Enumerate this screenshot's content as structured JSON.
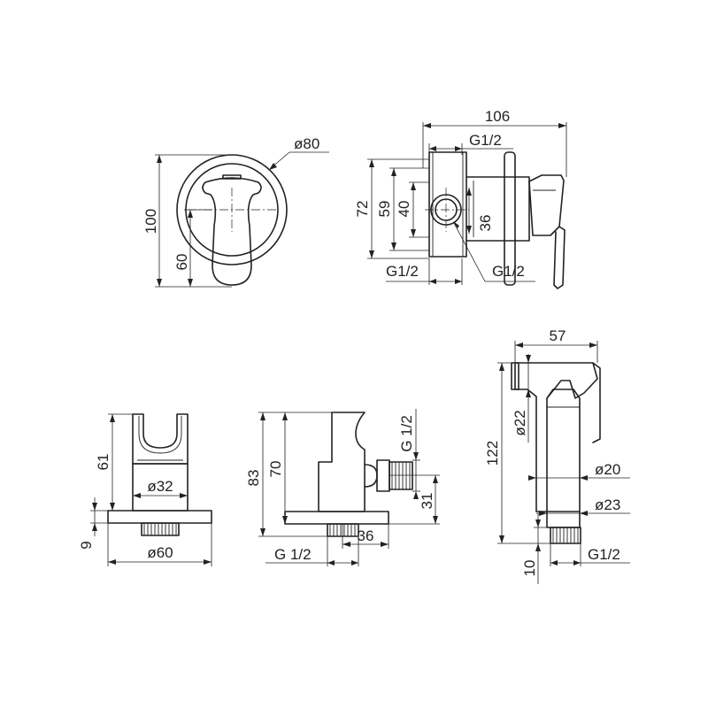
{
  "drawing": {
    "front_view": {
      "diameter_label": "ø80",
      "height_label": "100",
      "handle_label": "60"
    },
    "side_view": {
      "length_label": "106",
      "thread_top_label": "G1/2",
      "h72_label": "72",
      "h59_label": "59",
      "h40_label": "40",
      "h36_label": "36",
      "thread_bottom_left_label": "G1/2",
      "thread_bottom_right_label": "G1/2"
    },
    "holder_view": {
      "h61_label": "61",
      "d32_label": "ø32",
      "h9_label": "9",
      "d60_label": "ø60"
    },
    "elbow_view": {
      "h83_label": "83",
      "h70_label": "70",
      "thread_right_label": "G 1/2",
      "h31_label": "31",
      "w36_label": "36",
      "thread_bottom_label": "G 1/2"
    },
    "sprayer_view": {
      "w57_label": "57",
      "h122_label": "122",
      "d22_label": "ø22",
      "d20_label": "ø20",
      "d23_label": "ø23",
      "h10_label": "10",
      "thread_label": "G1/2"
    }
  }
}
